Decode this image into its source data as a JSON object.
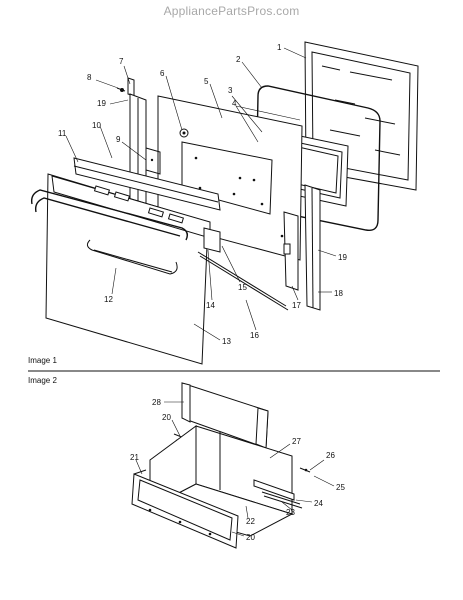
{
  "watermark": "AppliancePartsPros.com",
  "sections": [
    {
      "label": "Image 1"
    },
    {
      "label": "Image 2"
    }
  ],
  "callouts": {
    "c1": "1",
    "c2": "2",
    "c3": "3",
    "c4": "4",
    "c5": "5",
    "c6": "6",
    "c7": "7",
    "c8": "8",
    "c9": "9",
    "c10": "10",
    "c11": "11",
    "c12": "12",
    "c13": "13",
    "c14": "14",
    "c15": "15",
    "c16": "16",
    "c17": "17",
    "c18": "18",
    "c19a": "19",
    "c19b": "19",
    "c20a": "20",
    "c20b": "20",
    "c21": "21",
    "c22": "22",
    "c23": "23",
    "c24": "24",
    "c25": "25",
    "c26": "26",
    "c27": "27",
    "c28": "28"
  }
}
